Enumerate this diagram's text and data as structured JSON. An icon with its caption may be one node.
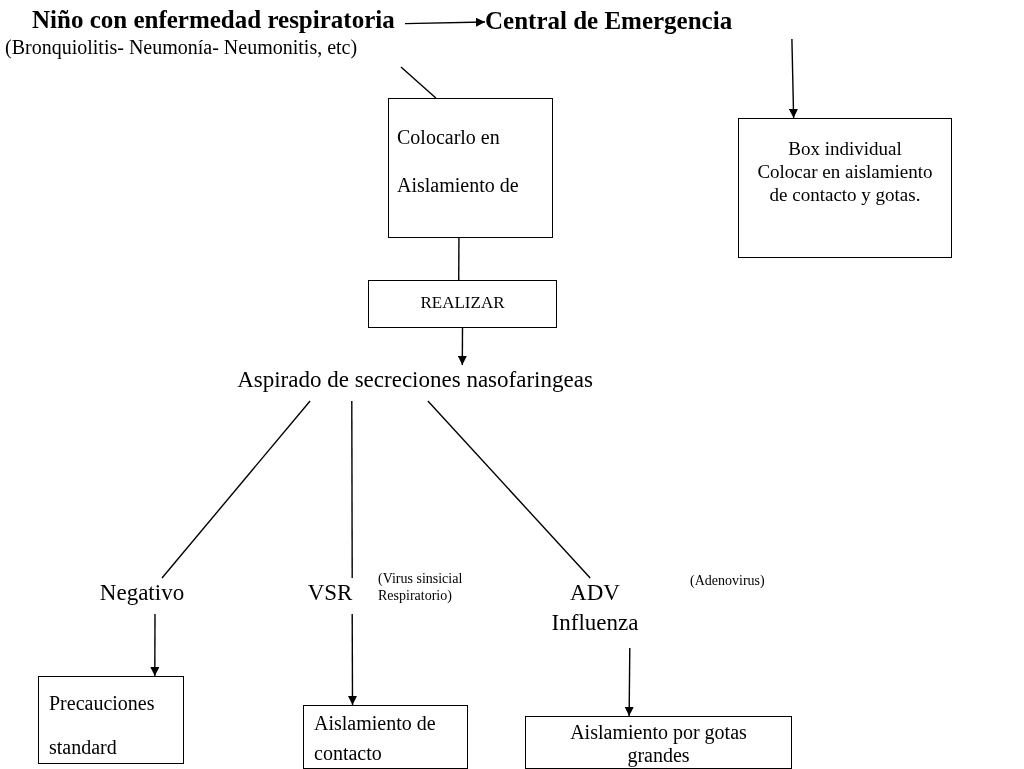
{
  "diagram": {
    "nodes": [
      {
        "text": [
          "Niño con enfermedad respiratoria",
          "(Bronquiolitis- Neumonía- Neumonitis, etc)"
        ]
      },
      {
        "text": [
          "Central de Emergencia"
        ]
      },
      {
        "text": [
          "Box individual",
          "Colocar en aislamiento de contacto y gotas."
        ]
      },
      {
        "text": [
          "Colocarlo en Aislamiento de"
        ]
      },
      {
        "text": [
          "REALIZAR"
        ]
      },
      {
        "text": [
          "Aspirado de secreciones nasofaringeas"
        ]
      },
      {
        "text": [
          "Negativo"
        ]
      },
      {
        "text": [
          "VSR"
        ],
        "beside": [
          "(Virus sinsicial Respiratorio)"
        ]
      },
      {
        "text": [
          "ADV Influenza"
        ],
        "beside": [
          "(Adenovirus)"
        ]
      },
      {
        "text": [
          "Precauciones standard"
        ]
      },
      {
        "text": [
          "Aislamiento de contacto"
        ]
      },
      {
        "text": [
          "Aislamiento por gotas grandes"
        ]
      }
    ],
    "edges": [
      {
        "from": 0,
        "to": 1,
        "arrow": "to"
      },
      {
        "from": 1,
        "to": 2,
        "arrow": "to"
      },
      {
        "from": 0,
        "to": 3,
        "arrow": "none"
      },
      {
        "from": 3,
        "to": 4,
        "arrow": "none"
      },
      {
        "from": 4,
        "to": 5,
        "arrow": "to"
      },
      {
        "from": 5,
        "to": 6,
        "arrow": "none"
      },
      {
        "from": 5,
        "to": 7,
        "arrow": "none"
      },
      {
        "from": 5,
        "to": 8,
        "arrow": "none"
      },
      {
        "from": 6,
        "to": 9,
        "arrow": "to"
      },
      {
        "from": 7,
        "to": 10,
        "arrow": "to"
      },
      {
        "from": 8,
        "to": 11,
        "arrow": "to"
      }
    ]
  }
}
